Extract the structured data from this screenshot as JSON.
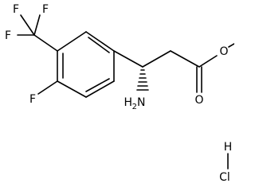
{
  "molecule": {
    "atoms": {
      "f_top_left": "F",
      "f_top_right": "F",
      "f_left": "F",
      "f_ring": "F",
      "ester_o": "O",
      "carbonyl_o": "O",
      "amine_h": "H",
      "amine_sub": "2",
      "amine_n": "N",
      "hcl_h": "H",
      "hcl_cl": "Cl"
    }
  }
}
